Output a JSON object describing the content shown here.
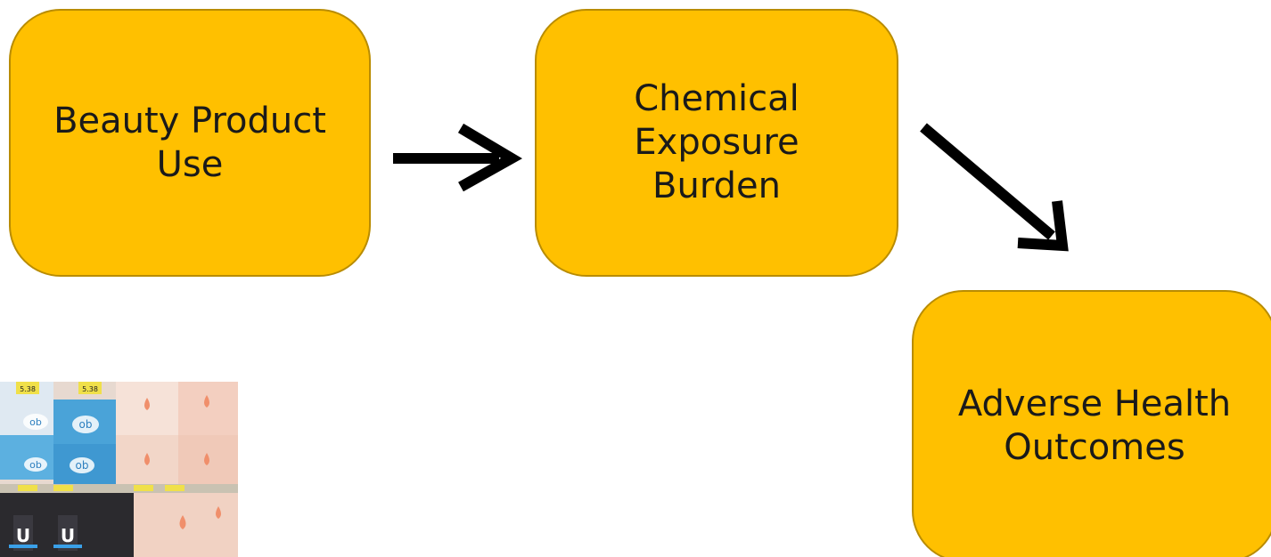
{
  "nodes": {
    "beauty": {
      "label": "Beauty Product\nUse"
    },
    "chemical": {
      "label": "Chemical\nExposure\nBurden"
    },
    "adverse": {
      "label": "Adverse Health\nOutcomes"
    }
  },
  "edges": [
    {
      "from": "beauty",
      "to": "chemical"
    },
    {
      "from": "chemical",
      "to": "adverse"
    }
  ],
  "photo": {
    "price_tags": [
      "5.38",
      "5.38"
    ],
    "brand_marks": [
      "ob",
      "ob",
      "ob",
      "ob"
    ],
    "colors": {
      "box_blue": "#4aa3d8",
      "box_peach": "#f3cfc0",
      "shelf_dark": "#2b2a2e"
    }
  },
  "colors": {
    "node_fill": "#FFC000",
    "node_border": "#B98C00",
    "arrow": "#000000"
  }
}
